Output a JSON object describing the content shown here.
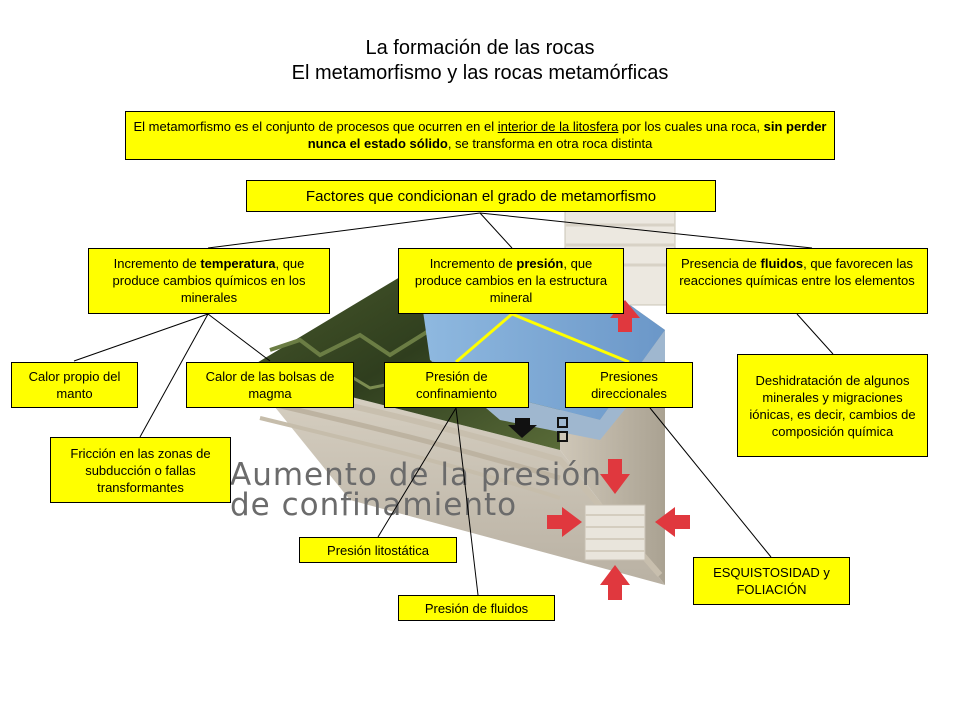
{
  "title": {
    "line1": "La formación de las rocas",
    "line2": "El metamorfismo y las rocas metamórficas"
  },
  "definition": {
    "part1": "El metamorfismo es el conjunto de procesos que ocurren en el ",
    "underline": "interior de la litosfera",
    "part2": " por los cuales una roca, ",
    "bold": "sin perder nunca el estado sólido",
    "part3": ", se transforma en otra roca distinta"
  },
  "factors_header": "Factores que condicionan el grado de metamorfismo",
  "factor_temperature": {
    "pre": "Incremento de ",
    "bold": "temperatura",
    "post": ", que produce cambios químicos en los minerales"
  },
  "factor_pressure": {
    "pre": "Incremento de ",
    "bold": "presión",
    "post": ", que produce cambios en la estructura mineral"
  },
  "factor_fluids": {
    "pre": "Presencia de ",
    "bold": "fluidos",
    "post": ", que favorecen las reacciones químicas entre los elementos"
  },
  "heat_mantle": "Calor propio del manto",
  "heat_magma": "Calor de las bolsas de magma",
  "friction": "Fricción en las zonas de subducción o fallas transformantes",
  "confining_pressure": "Presión de confinamiento",
  "directional_pressure": "Presiones direccionales",
  "dehydration": "Deshidratación de algunos minerales y migraciones iónicas, es decir, cambios de composición química",
  "lithostatic_pressure": "Presión litostática",
  "fluid_pressure": "Presión de fluidos",
  "schistosity": "ESQUISTOSIDAD y FOLIACIÓN",
  "photo_caption": {
    "line1": "Aumento de la presión",
    "line2": "de confinamiento"
  },
  "colors": {
    "box_fill": "#ffff00",
    "highlight_line": "#ffff00",
    "arrow_red": "#e0383e"
  }
}
